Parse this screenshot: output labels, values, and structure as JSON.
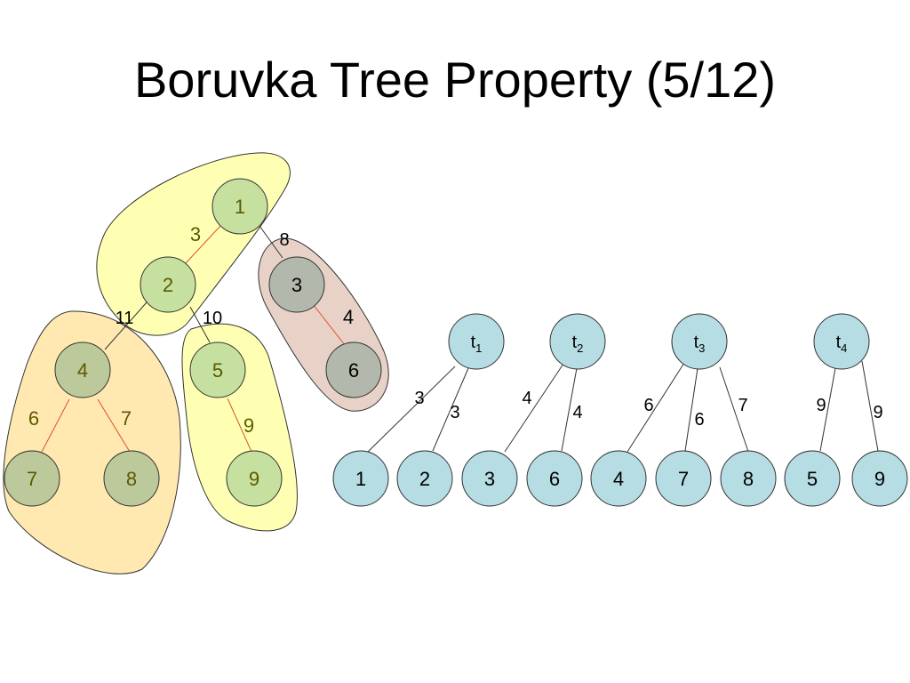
{
  "title": "Boruvka Tree Property (5/12)",
  "colors": {
    "group_yellow": "#ffffb3",
    "group_orange": "#ffe9b0",
    "group_brown": "#e8d2c8",
    "node_green": "#c6e0a0",
    "node_olive": "#bcc99a",
    "node_gray": "#b3b8ad",
    "node_blue": "#b5dde3",
    "edge_red": "#e05030",
    "edge_black": "#333333"
  },
  "graph": {
    "nodes": [
      {
        "id": "1",
        "label": "1"
      },
      {
        "id": "2",
        "label": "2"
      },
      {
        "id": "3",
        "label": "3"
      },
      {
        "id": "4",
        "label": "4"
      },
      {
        "id": "5",
        "label": "5"
      },
      {
        "id": "6",
        "label": "6"
      },
      {
        "id": "7",
        "label": "7"
      },
      {
        "id": "8",
        "label": "8"
      },
      {
        "id": "9",
        "label": "9"
      }
    ],
    "edges": [
      {
        "from": "1",
        "to": "2",
        "weight": "3",
        "selected": true
      },
      {
        "from": "1",
        "to": "3",
        "weight": "8",
        "selected": false
      },
      {
        "from": "2",
        "to": "4",
        "weight": "11",
        "selected": false
      },
      {
        "from": "2",
        "to": "5",
        "weight": "10",
        "selected": false
      },
      {
        "from": "3",
        "to": "6",
        "weight": "4",
        "selected": true
      },
      {
        "from": "4",
        "to": "7",
        "weight": "6",
        "selected": true
      },
      {
        "from": "4",
        "to": "8",
        "weight": "7",
        "selected": true
      },
      {
        "from": "5",
        "to": "9",
        "weight": "9",
        "selected": true
      }
    ]
  },
  "tree": {
    "parents": [
      {
        "base": "t",
        "sub": "1",
        "children": [
          "1",
          "2"
        ],
        "weights": [
          "3",
          "3"
        ]
      },
      {
        "base": "t",
        "sub": "2",
        "children": [
          "3",
          "6"
        ],
        "weights": [
          "4",
          "4"
        ]
      },
      {
        "base": "t",
        "sub": "3",
        "children": [
          "4",
          "7",
          "8"
        ],
        "weights": [
          "6",
          "6",
          "7"
        ]
      },
      {
        "base": "t",
        "sub": "4",
        "children": [
          "5",
          "9"
        ],
        "weights": [
          "9",
          "9"
        ]
      }
    ],
    "leaves": [
      "1",
      "2",
      "3",
      "6",
      "4",
      "7",
      "8",
      "5",
      "9"
    ]
  }
}
